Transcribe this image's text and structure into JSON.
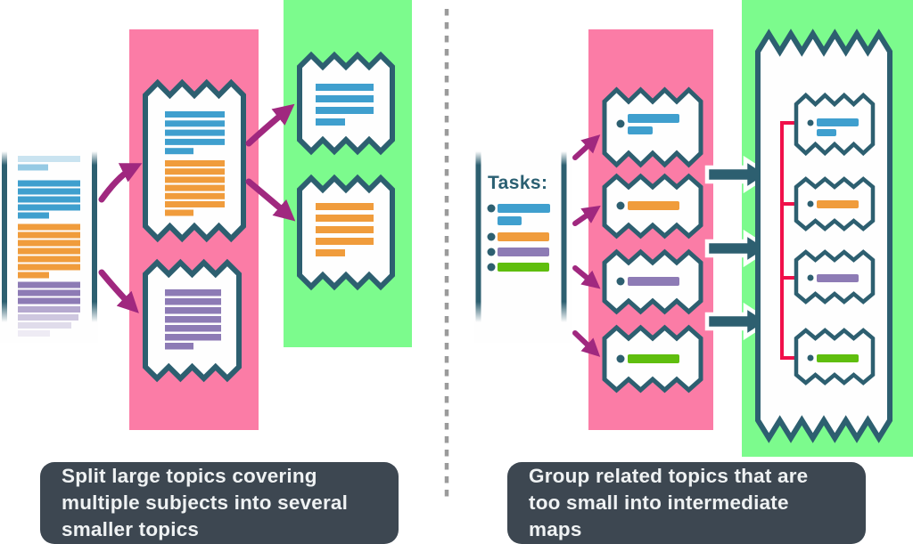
{
  "diagram_title": "",
  "colors": {
    "outline": "#2D5F70",
    "paper": "#FEFEFE",
    "blue": "#3F9FCE",
    "orange": "#F09C3C",
    "purple": "#8D7BB5",
    "green": "#5FBE0E",
    "pink_panel": "#FB7CA6",
    "green_panel": "#7CFB8D",
    "magenta": "#A0287F",
    "red": "#F0104A",
    "dash": "#9B9B9B",
    "caption_bg": "#3D4751",
    "caption_text": "#EFF2F3",
    "tasks_title": "#2A5F72"
  },
  "left_example": {
    "caption": "Split large topics covering multiple subjects into several smaller topics",
    "source_doc_topics": [
      "blue",
      "orange",
      "purple"
    ],
    "split_docs_topics": [
      [
        "blue",
        "orange"
      ],
      [
        "purple"
      ]
    ],
    "result_docs_topics": [
      [
        "blue"
      ],
      [
        "orange"
      ]
    ]
  },
  "right_example": {
    "caption": "Group related topics that are too small into intermediate maps",
    "tasks_doc": {
      "title": "Tasks:",
      "bullet_topics": [
        "blue",
        "orange",
        "purple",
        "green"
      ]
    },
    "topic_cards": [
      "blue",
      "orange",
      "purple",
      "green"
    ],
    "intermediate_map_topics": [
      "blue",
      "orange",
      "purple",
      "green"
    ]
  }
}
